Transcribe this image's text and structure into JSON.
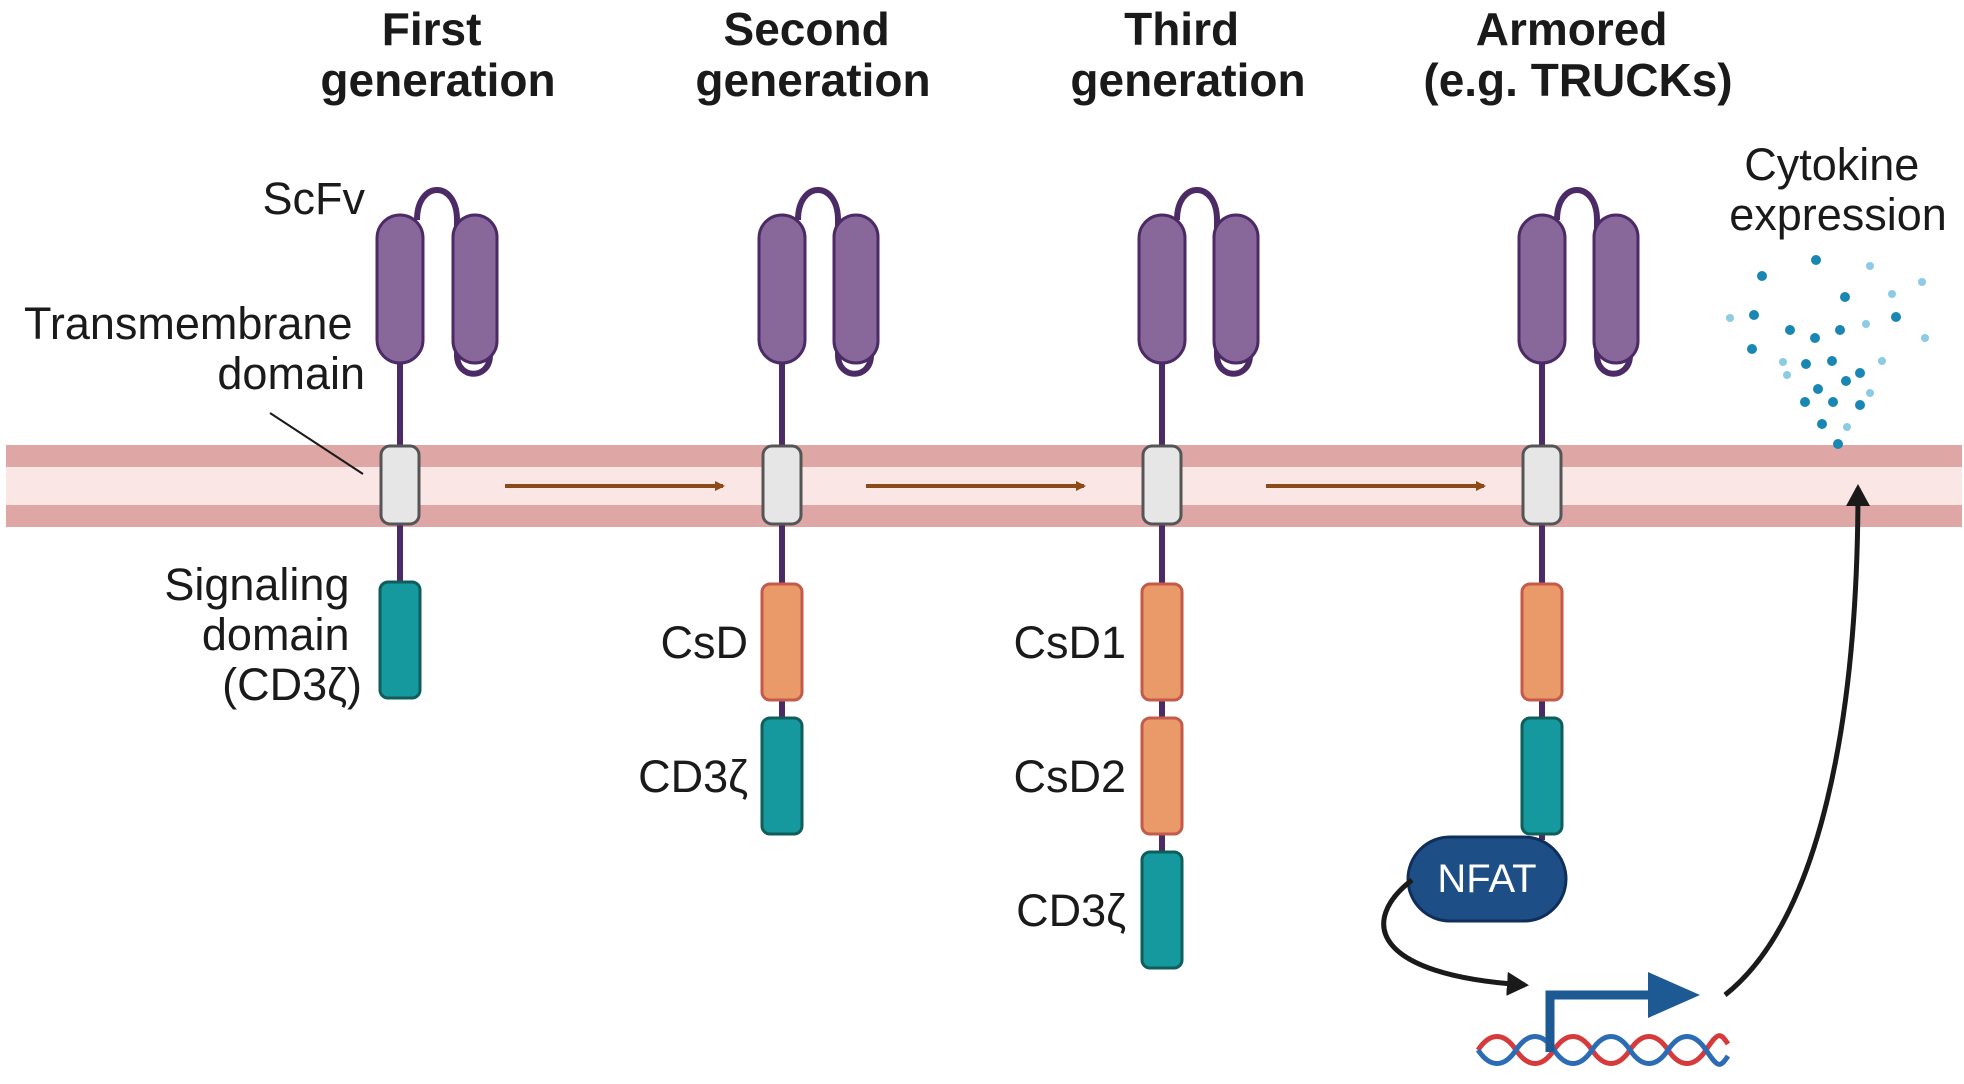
{
  "titles": {
    "first": [
      "First",
      "generation"
    ],
    "second": [
      "Second",
      "generation"
    ],
    "third": [
      "Third",
      "generation"
    ],
    "armored": [
      "Armored",
      "(e.g. TRUCKs)"
    ]
  },
  "labels": {
    "scfv": "ScFv",
    "transmembrane": [
      "Transmembrane",
      "domain"
    ],
    "signaling": [
      "Signaling",
      "domain",
      "(CD3ζ)"
    ],
    "csd": "CsD",
    "cd3z_second": "CD3ζ",
    "csd1": "CsD1",
    "csd2": "CsD2",
    "cd3z_third": "CD3ζ",
    "nfat": "NFAT",
    "cytokine": [
      "Cytokine",
      "expression"
    ]
  },
  "colors": {
    "scfv": "#88679b",
    "scfv_stroke": "#4b2a66",
    "linker": "#4b2a66",
    "membrane_outer": "#dfa6a6",
    "membrane_inner": "#fbe6e6",
    "transmembrane": "#e6e6e6",
    "costim": "#e99a68",
    "costim_stroke": "#c55a4a",
    "cd3z": "#16989f",
    "cd3z_stroke": "#0f5e5a",
    "nfat": "#1d4f86",
    "flow_arrow": "#8b4a17",
    "promoter_arrow": "#1d5a94",
    "dna_red": "#d63a3a",
    "dna_blue": "#2c6cb5",
    "cytokine_dark": "#1a86b3",
    "cytokine_light": "#8ccbe3",
    "black_arrow": "#1a1a1a"
  }
}
